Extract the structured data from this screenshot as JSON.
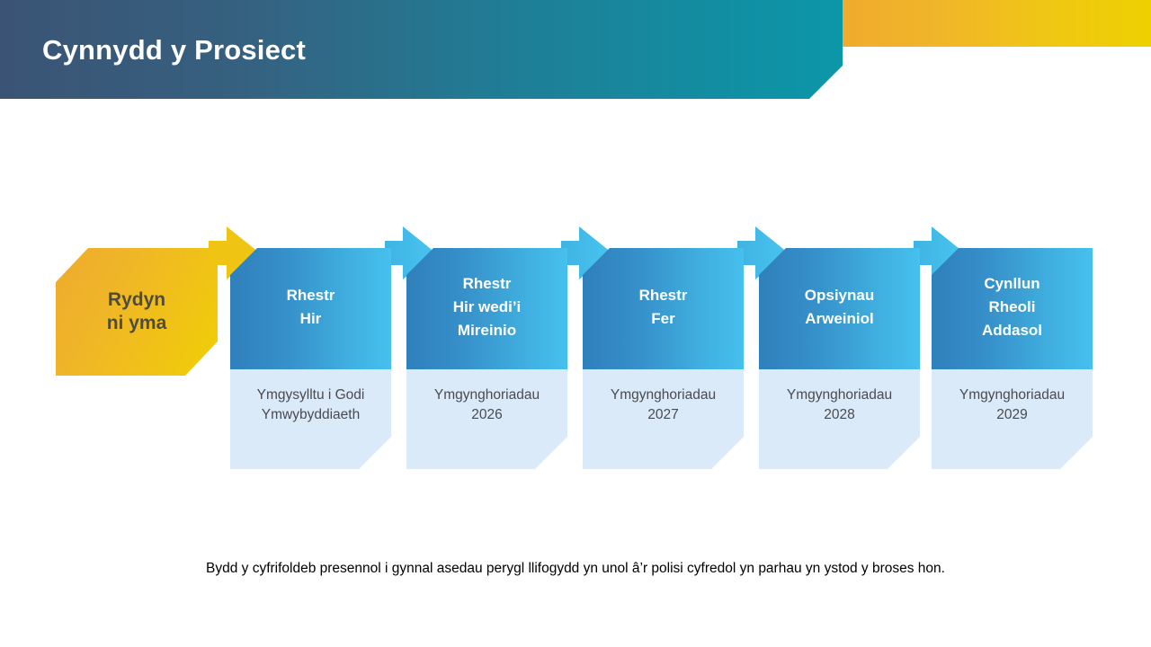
{
  "header": {
    "title": "Cynnydd y Prosiect",
    "band_gradient_from": "#3b5475",
    "band_gradient_to": "#0b97a8",
    "accent_gradient_from": "#efab2c",
    "accent_gradient_to": "#eed000"
  },
  "timeline": {
    "current_marker": {
      "label": "Rydyn\nni yma",
      "text_color": "#504c3b",
      "fill_from": "#eeab2e",
      "fill_to": "#efcf04"
    },
    "arrow_color_from": "#3fb3e2",
    "arrow_color_to": "#46c2ef",
    "first_arrow_color": "#efc413",
    "card_head_from": "#2f80bb",
    "card_head_to": "#46c0ee",
    "card_body_fill": "#daeaf8",
    "stages": [
      {
        "title": "Rhestr\nHir",
        "subtitle": "Ymgysylltu i Godi\nYmwybyddiaeth"
      },
      {
        "title": "Rhestr\nHir wedi’i\nMireinio",
        "subtitle": "Ymgynghoriadau\n2026"
      },
      {
        "title": "Rhestr\nFer",
        "subtitle": "Ymgynghoriadau\n2027"
      },
      {
        "title": "Opsiynau\nArweiniol",
        "subtitle": "Ymgynghoriadau\n2028"
      },
      {
        "title": "Cynllun\nRheoli\nAddasol",
        "subtitle": "Ymgynghoriadau\n2029"
      }
    ]
  },
  "footnote": {
    "text": "Bydd y cyfrifoldeb presennol i gynnal asedau perygl llifogydd yn unol â’r polisi cyfredol yn parhau yn ystod y broses hon."
  }
}
